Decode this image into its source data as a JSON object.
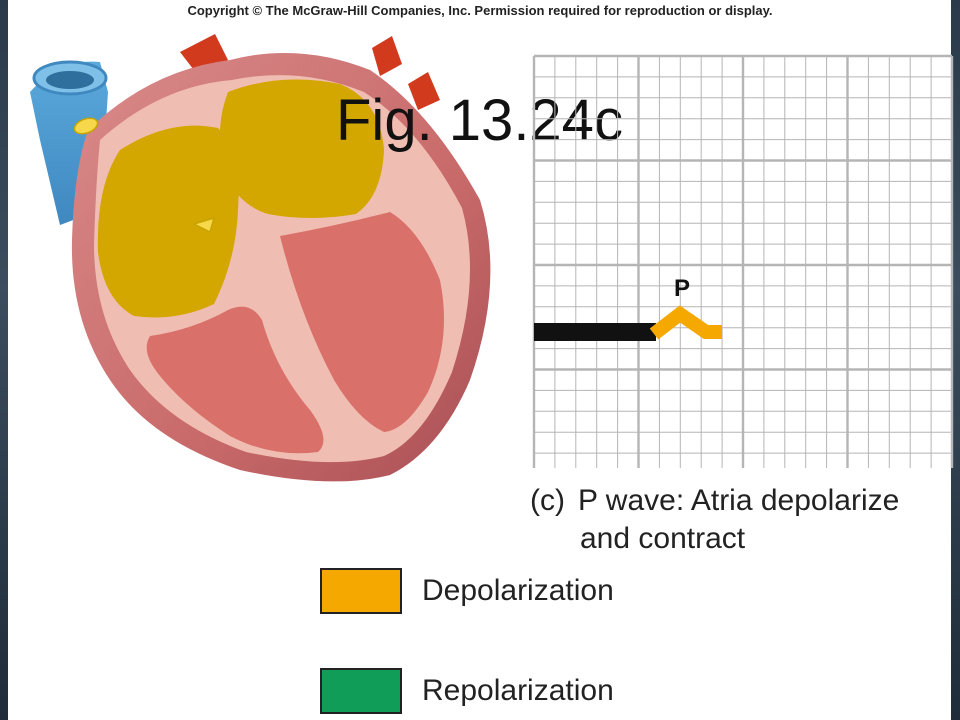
{
  "header": {
    "copyright": "Copyright © The McGraw-Hill Companies, Inc. Permission required for reproduction or display."
  },
  "figure": {
    "title": "Fig. 13.24c"
  },
  "ecg": {
    "wave_label": "P",
    "baseline_color": "#111111",
    "wave_color": "#f5a800"
  },
  "caption": {
    "label": "(c)",
    "line1": "P wave: Atria depolarize",
    "line2": "and contract"
  },
  "legend": {
    "items": [
      {
        "label": "Depolarization",
        "color": "#f5a800"
      },
      {
        "label": "Repolarization",
        "color": "#0f9d58"
      }
    ]
  },
  "colors": {
    "atria_depolarized": "#d4a600",
    "ventricle": "#d9716a",
    "myocardium": "#f0bdb2",
    "aorta": "#d23a1e",
    "vena_cava": "#5aa9dc",
    "grid": "#b5b5b5"
  }
}
